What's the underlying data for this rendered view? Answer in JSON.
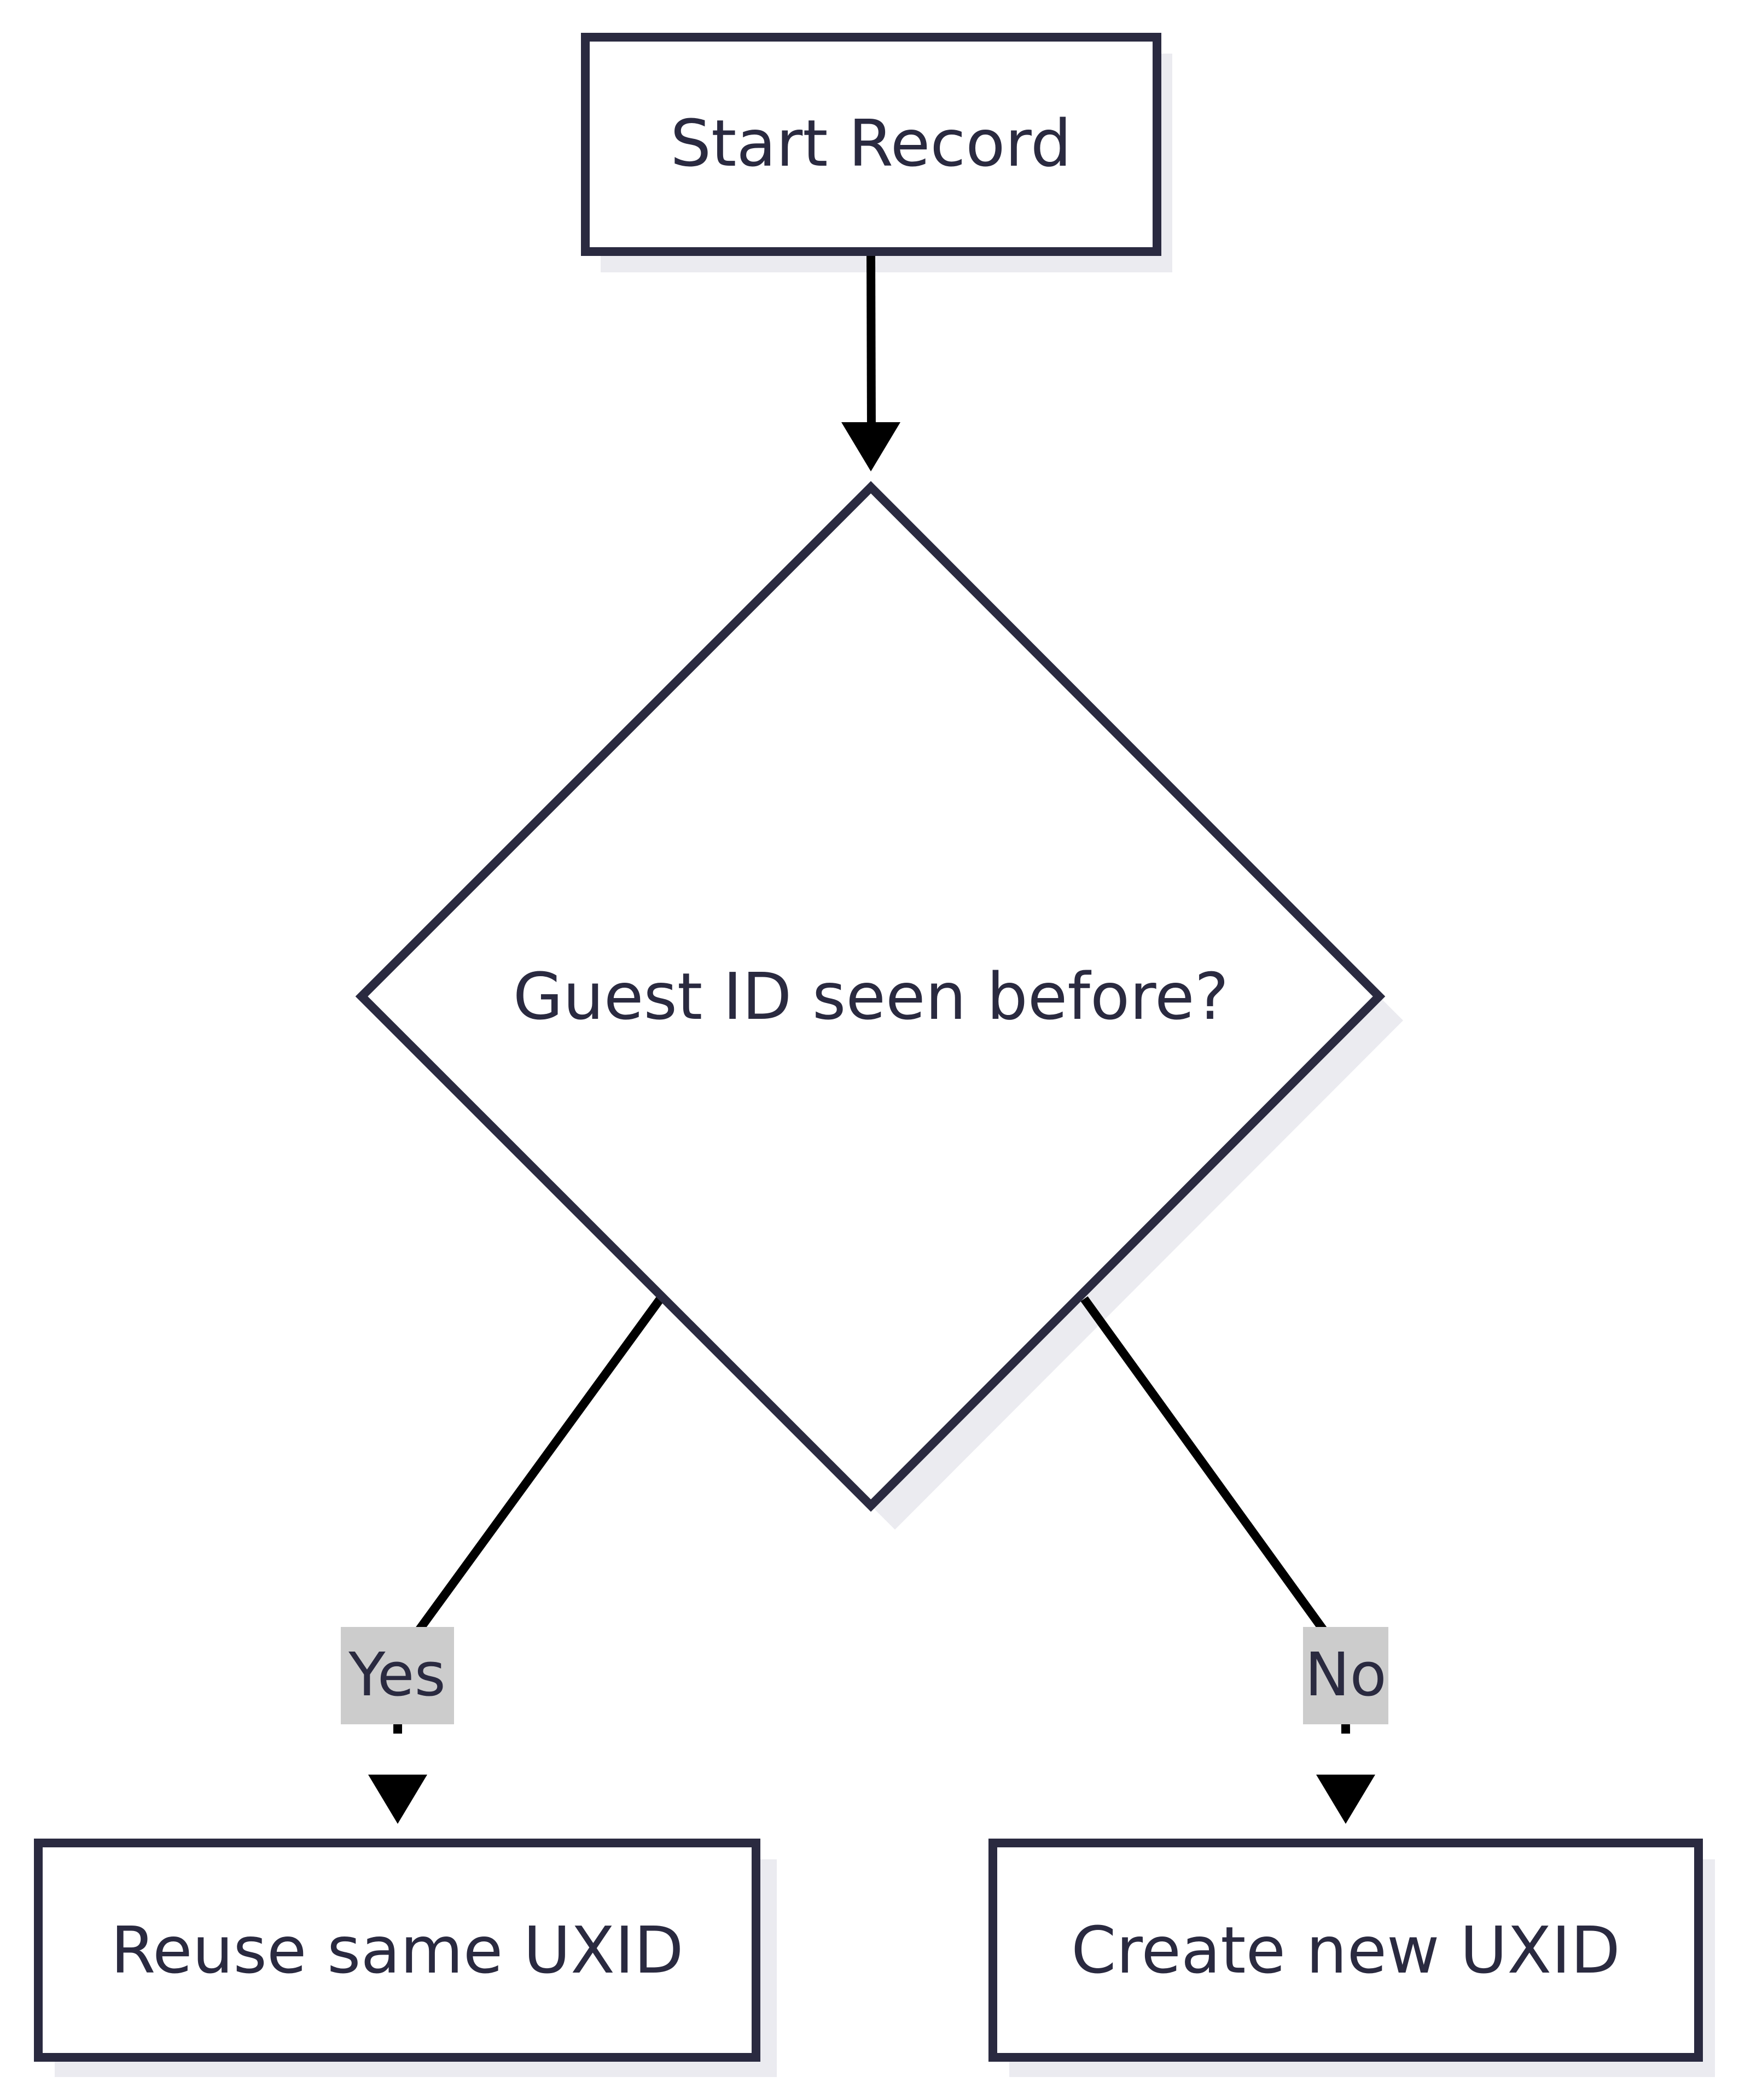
{
  "nodes": {
    "start": {
      "label": "Start Record"
    },
    "decision": {
      "label": "Guest ID seen before?"
    },
    "reuse": {
      "label": "Reuse same UXID"
    },
    "create": {
      "label": "Create new UXID"
    }
  },
  "edges": {
    "yes": {
      "label": "Yes"
    },
    "no": {
      "label": "No"
    }
  },
  "colors": {
    "node_stroke": "#2a2a40",
    "node_fill": "#ffffff",
    "shadow": "#ebebf0",
    "edge": "#000000",
    "edge_label_bg": "#cccccc",
    "text": "#2a2a40"
  }
}
